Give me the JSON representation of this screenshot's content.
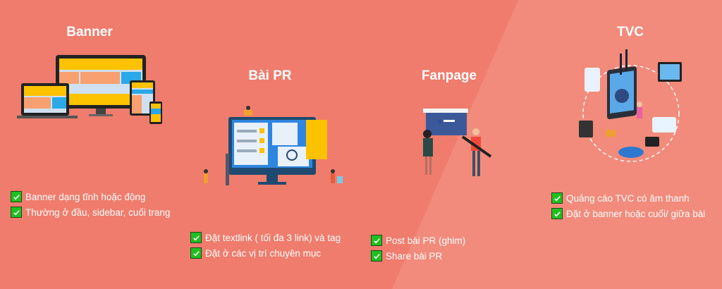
{
  "colors": {
    "background": "#ef7c6c",
    "band": "#f28b7b",
    "check": "#1fc01f",
    "text": "#ffffff"
  },
  "sections": [
    {
      "id": "banner",
      "title": "Banner",
      "icon": "responsive-devices-illustration",
      "features": [
        "Banner dạng tĩnh hoặc động",
        "Thường ở đầu, sidebar, cuối trang"
      ]
    },
    {
      "id": "pr",
      "title": "Bài PR",
      "icon": "news-monitor-illustration",
      "features": [
        "Đặt textlink ( tối đa 3 link) và tag",
        "Đặt ở các vị trí chuyên mục"
      ]
    },
    {
      "id": "fanpage",
      "title": "Fanpage",
      "icon": "facebook-fanpage-illustration",
      "features": [
        "Post bài PR (ghim)",
        "Share bài PR"
      ]
    },
    {
      "id": "tvc",
      "title": "TVC",
      "icon": "tvc-media-illustration",
      "features": [
        "Quảng cáo TVC có âm thanh",
        "Đặt ở banner hoặc cuối/ giữa bài"
      ]
    }
  ]
}
